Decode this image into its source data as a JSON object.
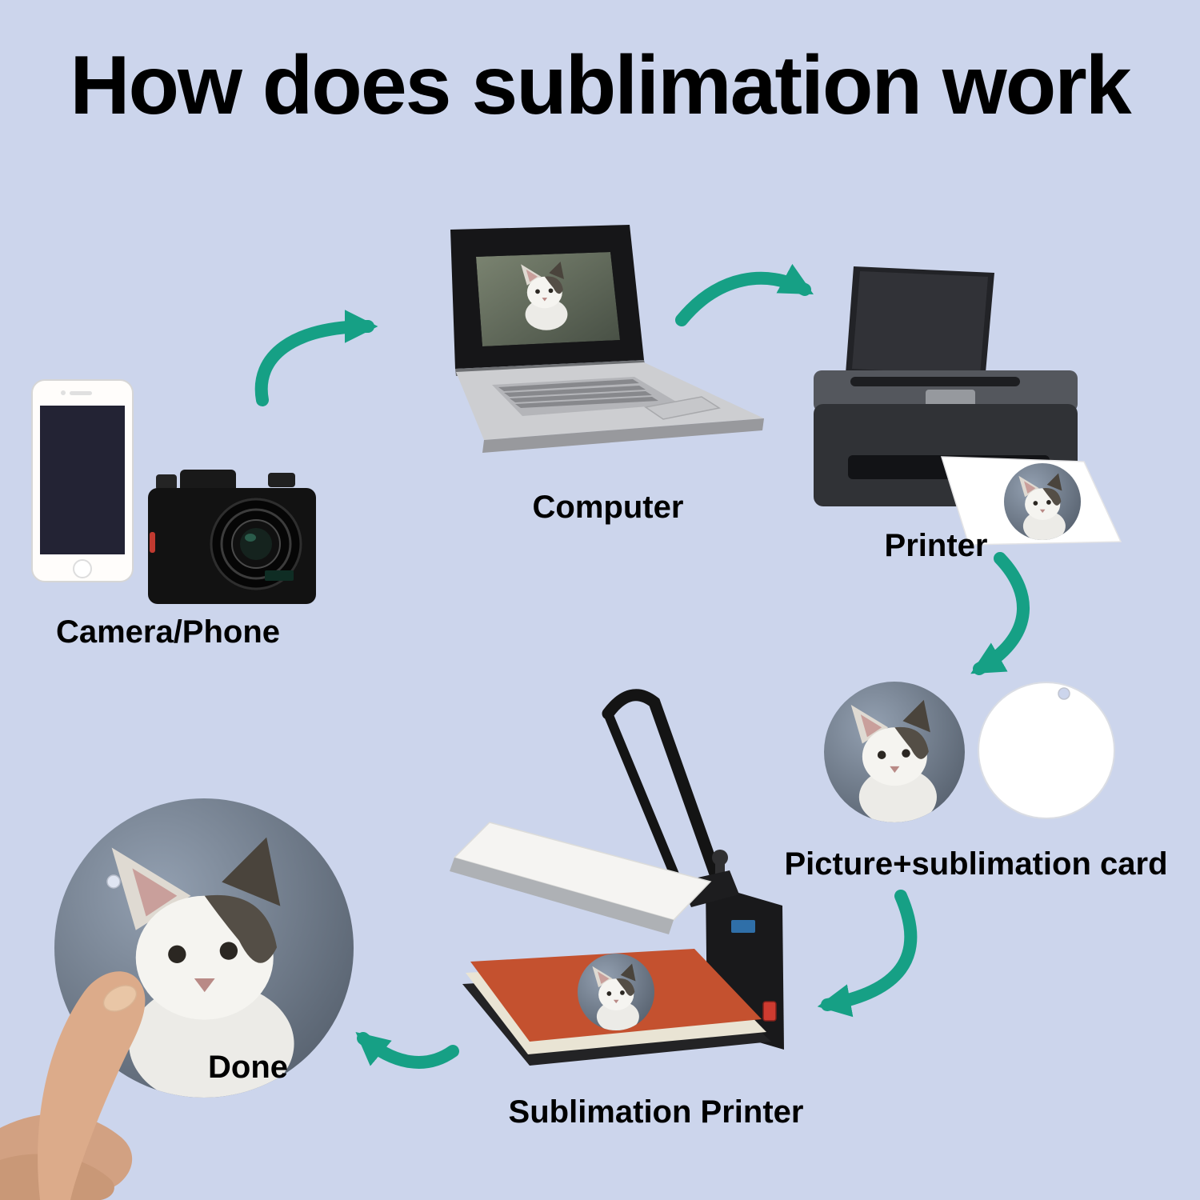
{
  "title": "How does sublimation work",
  "steps": [
    {
      "id": "camera-phone",
      "label": "Camera/Phone"
    },
    {
      "id": "computer",
      "label": "Computer"
    },
    {
      "id": "printer",
      "label": "Printer"
    },
    {
      "id": "picture-card",
      "label": "Picture+sublimation card"
    },
    {
      "id": "sublimation-printer",
      "label": "Sublimation Printer"
    },
    {
      "id": "done",
      "label": "Done"
    }
  ],
  "illustrations": [
    "smartphone",
    "dslr-camera",
    "laptop-showing-cat-photo",
    "inkjet-printer-printing-cat-photo",
    "printed-cat-picture-circle",
    "blank-round-sublimation-card-with-hole",
    "heat-press-with-cat-disc-on-pad",
    "hand-holding-finished-cat-disc"
  ],
  "colors": {
    "background": "#ccd5ec",
    "arrow": "#16a085",
    "text": "#000000"
  }
}
